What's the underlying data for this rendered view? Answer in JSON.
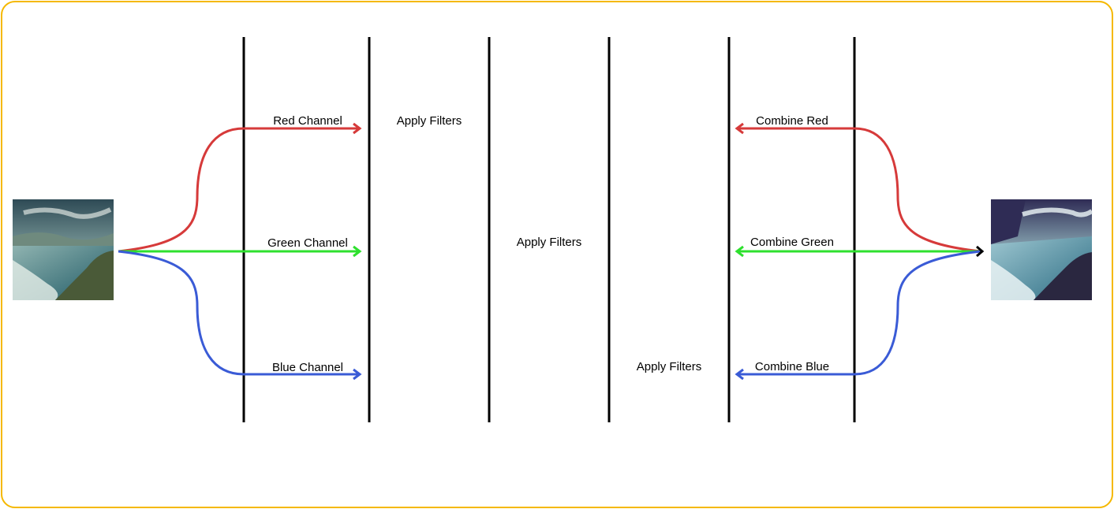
{
  "input_image": {
    "icon": "coastal-landscape-photo",
    "palette": {
      "sky": "#5f7f86",
      "clouds": "#c9d3cf",
      "sea": "#2f6f7a",
      "foam": "#e6efe9",
      "land": "#4a5a38"
    }
  },
  "output_image": {
    "icon": "coastal-landscape-photo-filtered",
    "palette": {
      "sky": "#3b3a63",
      "clouds": "#d7e7ea",
      "sea": "#3d7f93",
      "foam": "#eaf3f4",
      "land": "#2a2740"
    }
  },
  "colors": {
    "red": "#d63a3a",
    "green": "#2ee02e",
    "blue": "#3a5bd6",
    "divider": "#000000",
    "border": "#f5b800"
  },
  "split_labels": {
    "red": "Red Channel",
    "green": "Green Channel",
    "blue": "Blue Channel"
  },
  "filter_labels": {
    "stage1": "Apply Filters",
    "stage2": "Apply Filters",
    "stage3": "Apply Filters"
  },
  "combine_labels": {
    "red": "Combine Red",
    "green": "Combine Green",
    "blue": "Combine Blue"
  }
}
